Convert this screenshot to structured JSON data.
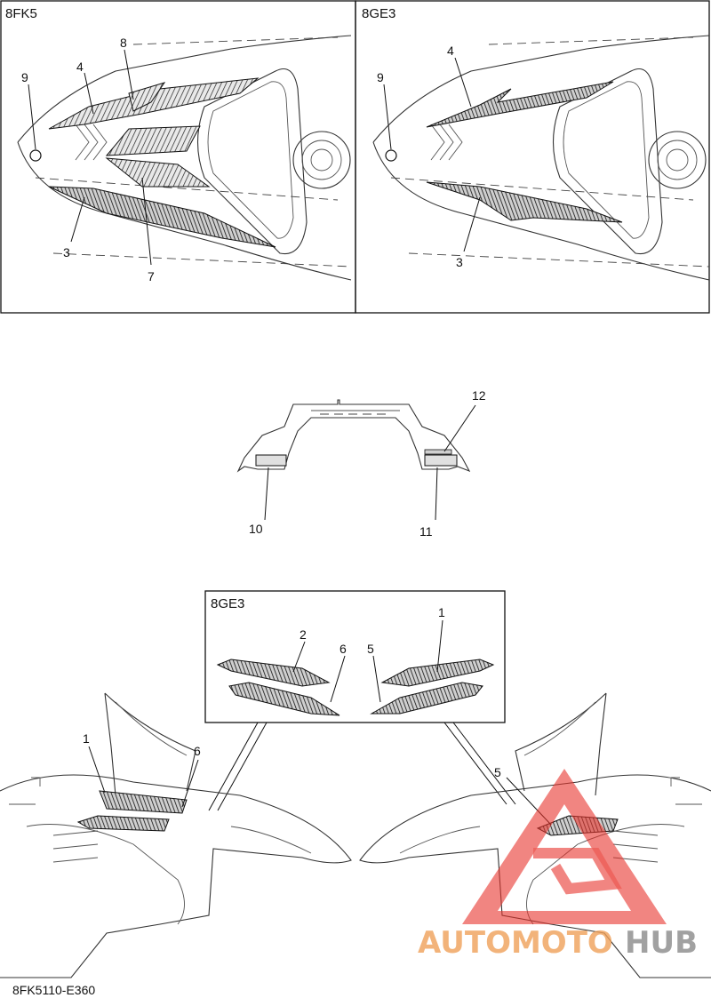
{
  "panels": {
    "top_left": {
      "code": "8FK5"
    },
    "top_right": {
      "code": "8GE3"
    },
    "bottom_inset": {
      "code": "8GE3"
    }
  },
  "callouts": {
    "tl_4": "4",
    "tl_8": "8",
    "tl_9": "9",
    "tl_3": "3",
    "tl_7": "7",
    "tr_4": "4",
    "tr_9": "9",
    "tr_3": "3",
    "mid_12": "12",
    "mid_10": "10",
    "mid_11": "11",
    "in_2": "2",
    "in_6": "6",
    "in_5": "5",
    "in_1": "1",
    "bl_1": "1",
    "bl_6": "6",
    "br_5": "5"
  },
  "footer": {
    "drawing_number": "8FK5110-E360"
  },
  "watermark": {
    "text_part1": "AUTOMOTO",
    "text_part2": "HUB",
    "color_primary": "#f0a15a",
    "color_secondary": "#8a8a8a",
    "logo_color": "#e8342c"
  }
}
